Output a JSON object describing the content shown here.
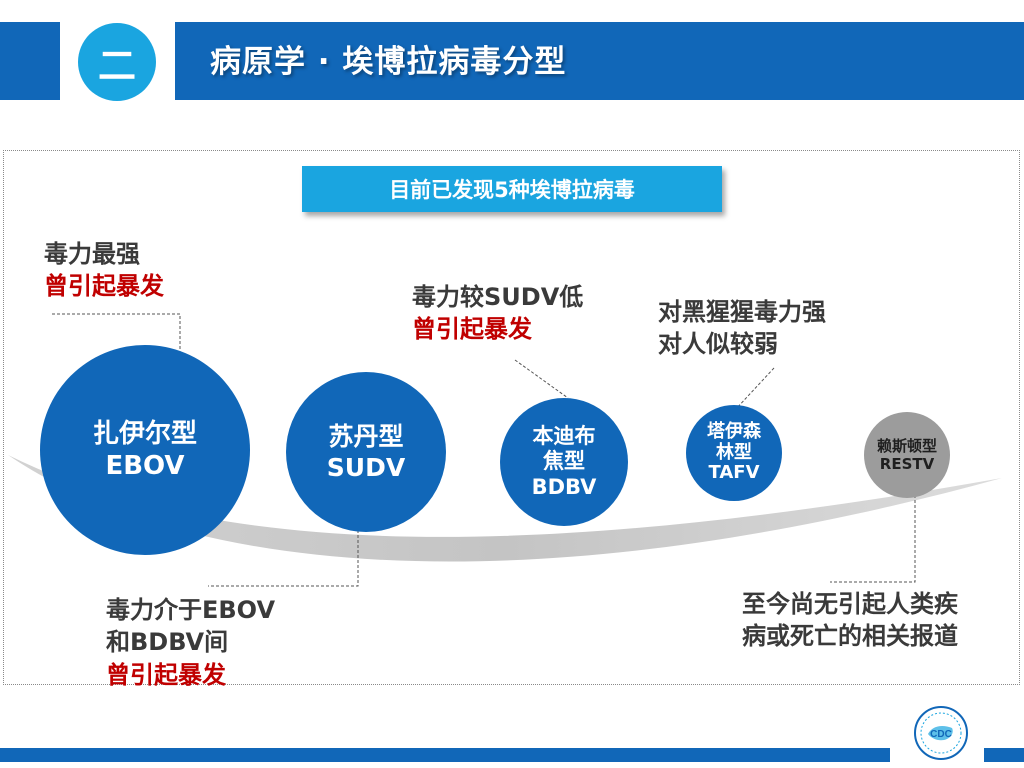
{
  "header": {
    "section_number": "二",
    "title": "病原学 · 埃博拉病毒分型"
  },
  "banner": {
    "text": "目前已发现5种埃博拉病毒"
  },
  "strains": [
    {
      "line1": "扎伊尔型",
      "line2": "EBOV"
    },
    {
      "line1": "苏丹型",
      "line2": "SUDV"
    },
    {
      "line1": "本迪布",
      "line2": "焦型",
      "line3": "BDBV"
    },
    {
      "line1": "塔伊森",
      "line2": "林型",
      "line3": "TAFV"
    },
    {
      "line1": "赖斯顿型",
      "line2": "RESTV"
    }
  ],
  "notes": {
    "ebov": {
      "text": "毒力最强",
      "highlight": "曾引起暴发"
    },
    "sudv": {
      "line1": "毒力介于EBOV",
      "line2": "和BDBV间",
      "highlight": "曾引起暴发"
    },
    "bdbv": {
      "text": "毒力较SUDV低",
      "highlight": "曾引起暴发"
    },
    "tafv": {
      "line1": "对黑猩猩毒力强",
      "line2": "对人似较弱"
    },
    "restv": {
      "line1": "至今尚无引起人类疾",
      "line2": "病或死亡的相关报道"
    }
  },
  "colors": {
    "primary_blue": "#1167b8",
    "light_blue": "#1aa5e0",
    "highlight_red": "#c00000",
    "gray_circle": "#9c9c9c",
    "text_dark": "#3a3a3a"
  },
  "logo": {
    "text": "CDC"
  }
}
